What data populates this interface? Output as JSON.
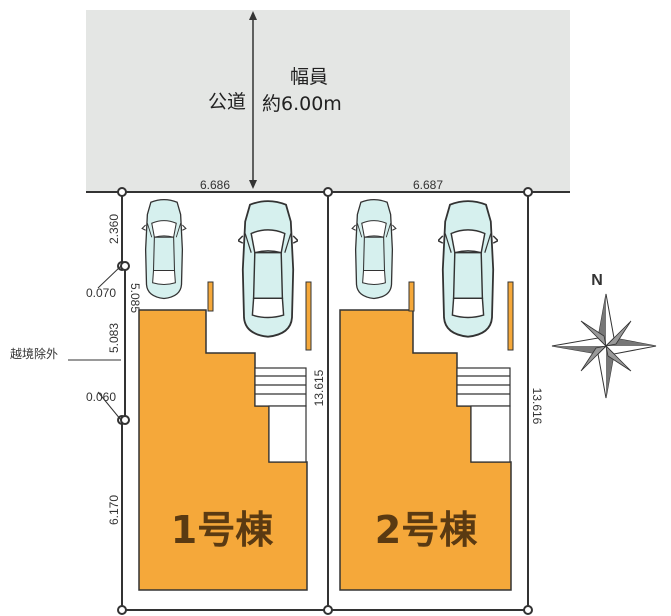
{
  "road": {
    "label": "公道",
    "width_label": "幅員",
    "width_value": "約6.00m"
  },
  "frontage": {
    "lot1": "6.686",
    "lot2": "6.687"
  },
  "dimensions": {
    "lot1_front_setback": "2.360",
    "lot1_left_segment": "5.083",
    "lot1_rear_segment": "6.170",
    "lot1_depth": "13.615",
    "lot2_depth": "13.616",
    "offset_upper": "0.070",
    "offset_lower": "0.060",
    "parking_depth": "5.085"
  },
  "notes": {
    "excluded_boundary": "越境除外"
  },
  "buildings": {
    "unit1": "1号棟",
    "unit2": "2号棟"
  },
  "compass": {
    "north_label": "N"
  },
  "colors": {
    "road_fill": "#e4e6e4",
    "building_fill": "#f5a83a",
    "car_fill": "#d6f0ee",
    "line": "#333333"
  }
}
